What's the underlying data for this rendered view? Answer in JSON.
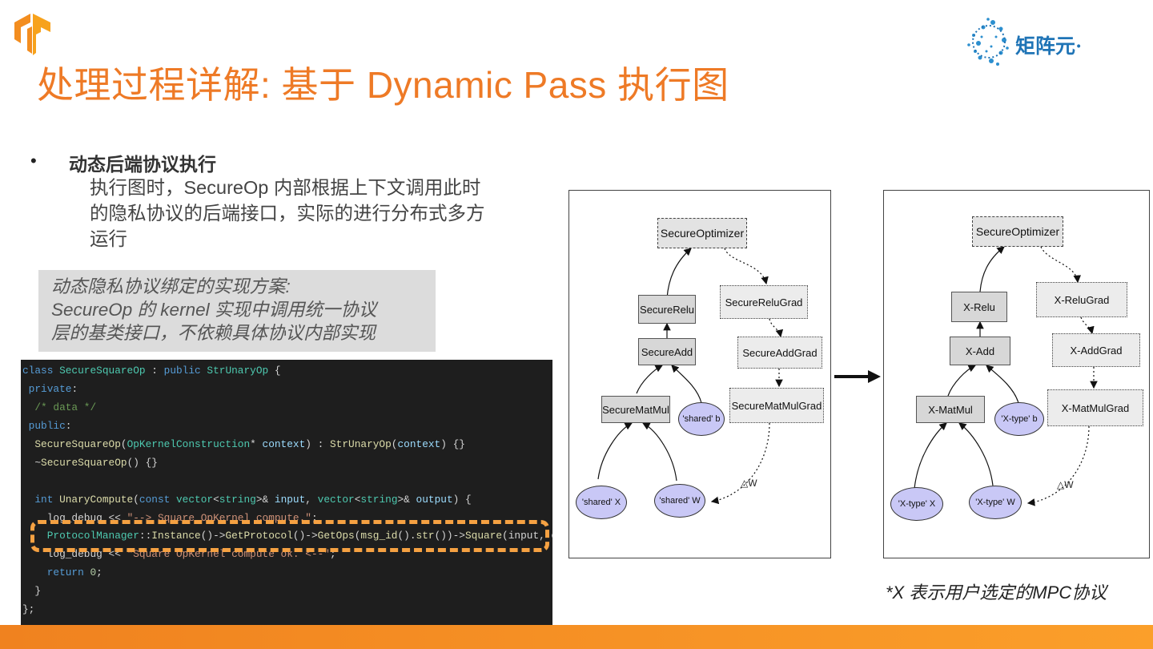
{
  "header": {
    "title": "处理过程详解: 基于 Dynamic Pass 执行图",
    "brand_name": "矩阵元·",
    "colors": {
      "title": "#ee7a26",
      "brand": "#1f74b6",
      "accent": "#f5a142"
    }
  },
  "bullet": {
    "title": "动态后端协议执行",
    "lines": [
      "执行图时，SecureOp 内部根据上下文调用此时",
      "的隐私协议的后端接口，实际的进行分布式多方",
      "运行"
    ]
  },
  "callout": {
    "lines": [
      "动态隐私协议绑定的实现方案:",
      "SecureOp 的 kernel 实现中调用统一协议",
      "层的基类接口，不依赖具体协议内部实现"
    ]
  },
  "code": {
    "lines": [
      [
        [
          "kw",
          "class "
        ],
        [
          "ty",
          "SecureSquareOp"
        ],
        [
          "pl",
          " : "
        ],
        [
          "kw",
          "public "
        ],
        [
          "ty",
          "StrUnaryOp"
        ],
        [
          "pl",
          " {"
        ]
      ],
      [
        [
          "kw",
          " private"
        ],
        [
          "pl",
          ":"
        ]
      ],
      [
        [
          "cm",
          "  /* data */"
        ]
      ],
      [
        [
          "kw",
          " public"
        ],
        [
          "pl",
          ":"
        ]
      ],
      [
        [
          "fn",
          "  SecureSquareOp"
        ],
        [
          "pl",
          "("
        ],
        [
          "ty",
          "OpKernelConstruction"
        ],
        [
          "pl",
          "* "
        ],
        [
          "var",
          "context"
        ],
        [
          "pl",
          ") : "
        ],
        [
          "fn",
          "StrUnaryOp"
        ],
        [
          "pl",
          "("
        ],
        [
          "var",
          "context"
        ],
        [
          "pl",
          ") {}"
        ]
      ],
      [
        [
          "pl",
          "  ~"
        ],
        [
          "fn",
          "SecureSquareOp"
        ],
        [
          "pl",
          "() {}"
        ]
      ],
      [
        [
          "pl",
          ""
        ]
      ],
      [
        [
          "kw",
          "  int "
        ],
        [
          "fn",
          "UnaryCompute"
        ],
        [
          "pl",
          "("
        ],
        [
          "kw",
          "const "
        ],
        [
          "ty",
          "vector"
        ],
        [
          "pl",
          "<"
        ],
        [
          "ty",
          "string"
        ],
        [
          "pl",
          ">& "
        ],
        [
          "var",
          "input"
        ],
        [
          "pl",
          ", "
        ],
        [
          "ty",
          "vector"
        ],
        [
          "pl",
          "<"
        ],
        [
          "ty",
          "string"
        ],
        [
          "pl",
          ">& "
        ],
        [
          "var",
          "output"
        ],
        [
          "pl",
          ") {"
        ]
      ],
      [
        [
          "pl",
          "    log_debug << "
        ],
        [
          "st",
          "\"--> Square OpKernel compute.\""
        ],
        [
          "pl",
          ";"
        ]
      ],
      [
        [
          "ty",
          "    ProtocolManager"
        ],
        [
          "pl",
          "::"
        ],
        [
          "fn",
          "Instance"
        ],
        [
          "pl",
          "()->"
        ],
        [
          "fn",
          "GetProtocol"
        ],
        [
          "pl",
          "()->"
        ],
        [
          "fn",
          "GetOps"
        ],
        [
          "pl",
          "("
        ],
        [
          "fn",
          "msg_id"
        ],
        [
          "pl",
          "()."
        ],
        [
          "fn",
          "str"
        ],
        [
          "pl",
          "())->"
        ],
        [
          "fn",
          "Square"
        ],
        [
          "pl",
          "(input, output, &attrs_);"
        ]
      ],
      [
        [
          "pl",
          "    log_debug << "
        ],
        [
          "st",
          "\"Square OpKernel compute ok. <--\""
        ],
        [
          "pl",
          ";"
        ]
      ],
      [
        [
          "kw",
          "    return "
        ],
        [
          "nm",
          "0"
        ],
        [
          "pl",
          ";"
        ]
      ],
      [
        [
          "pl",
          "  }"
        ]
      ],
      [
        [
          "pl",
          "};"
        ]
      ]
    ]
  },
  "graph_left": {
    "optimizer": "SecureOptimizer",
    "relu": "SecureRelu",
    "add": "SecureAdd",
    "matmul": "SecureMatMul",
    "b": "'shared' b",
    "x": "'shared' X",
    "w": "'shared' W",
    "relu_grad": "SecureReluGrad",
    "add_grad": "SecureAddGrad",
    "matmul_grad": "SecureMatMulGrad",
    "delta": "△W"
  },
  "graph_right": {
    "optimizer": "SecureOptimizer",
    "relu": "X-Relu",
    "add": "X-Add",
    "matmul": "X-MatMul",
    "b": "'X-type' b",
    "x": "'X-type' X",
    "w": "'X-type' W",
    "relu_grad": "X-ReluGrad",
    "add_grad": "X-AddGrad",
    "matmul_grad": "X-MatMulGrad",
    "delta": "△W"
  },
  "footnote": "*X 表示用户选定的MPC协议"
}
